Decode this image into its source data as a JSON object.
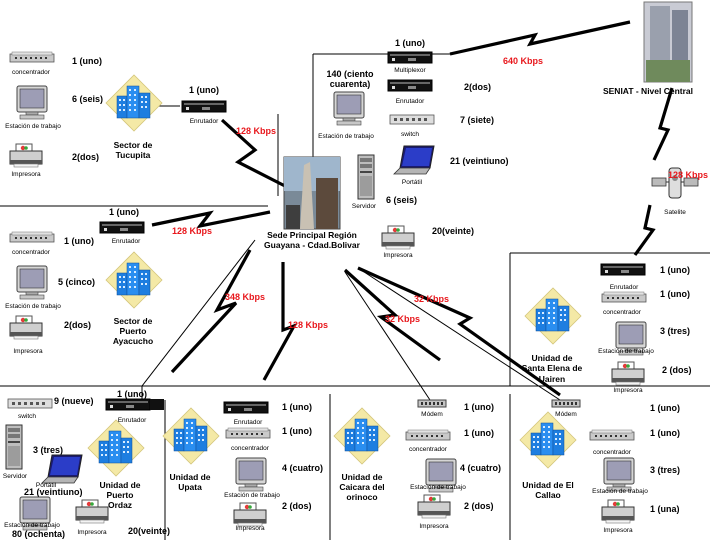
{
  "colors": {
    "link": "#000000",
    "speed": "#e8171c",
    "building": "#1e7ee0",
    "badge": "#f4e9a6"
  },
  "icons": {
    "hub": "hub-device-icon",
    "router": "router-icon",
    "workstation": "workstation-icon",
    "printer": "printer-icon",
    "building": "building-icon",
    "server": "server-icon",
    "laptop": "laptop-icon",
    "modem": "modem-icon",
    "satellite": "satellite-icon"
  },
  "center": {
    "line1": "Sede Principal Región",
    "line2": "Guayana - Cdad.Bolivar"
  },
  "hq": {
    "name": "SENIAT - Nivel Central",
    "link_speed": "640 Kbps",
    "multiplexor": {
      "qty": "1 (uno)",
      "caption": "Multiplexor"
    },
    "workstation": {
      "qty1": "140 (ciento",
      "qty2": "cuarenta)",
      "caption": "Estación de trabajo"
    },
    "router": {
      "qty": "2(dos)",
      "caption": "Enrutador"
    },
    "switch": {
      "qty": "7 (siete)",
      "caption": "switch"
    },
    "laptop": {
      "qty": "21 (veintiuno)",
      "caption": "Portátil"
    },
    "server": {
      "qty": "6 (seis)",
      "caption": "Servidor"
    },
    "printer": {
      "qty": "20(veinte)",
      "caption": "Impresora"
    }
  },
  "satellite": {
    "caption": "Satelite",
    "link_speed": "128 Kbps"
  },
  "tucupita": {
    "line1": "Sector de",
    "line2": "Tucupita",
    "hub": {
      "qty": "1 (uno)",
      "caption": "concentrador"
    },
    "workstation": {
      "qty": "6 (seis)",
      "caption": "Estación de trabajo"
    },
    "printer": {
      "qty": "2(dos)",
      "caption": "Impresora"
    },
    "router": {
      "qty": "1 (uno)",
      "caption": "Enrutador"
    },
    "link_speed": "128 Kbps"
  },
  "ayacucho": {
    "line1": "Sector de",
    "line2": "Puerto",
    "line3": "Ayacucho",
    "router": {
      "qty": "1 (uno)",
      "caption": "Enrutador"
    },
    "link_speed": "128 Kbps",
    "hub": {
      "qty": "1 (uno)",
      "caption": "concentrador"
    },
    "workstation": {
      "qty": "5  (cinco)",
      "caption": "Estación de trabajo"
    },
    "printer": {
      "qty": "2(dos)",
      "caption": "Impresora"
    }
  },
  "ordaz": {
    "line1": "Unidad de",
    "line2": "Puerto",
    "line3": "Ordaz",
    "link_speed": "348 Kbps",
    "switch": {
      "qty": "9 (nueve)",
      "caption": "switch"
    },
    "router": {
      "qty": "1 (uno)",
      "caption": "Enrutador"
    },
    "server": {
      "qty": "3 (tres)",
      "caption": "Servidor"
    },
    "laptop": {
      "qty": "21 (veintiuno)",
      "caption": "Portátil"
    },
    "workstation": {
      "qty": "80 (ochenta)",
      "caption": "Estación de trabajo"
    },
    "printer": {
      "qty": "20(veinte)",
      "caption": "Impresora"
    }
  },
  "upata": {
    "line1": "Unidad de",
    "line2": "Upata",
    "link_speed": "128 Kbps",
    "router": {
      "qty": "1 (uno)",
      "caption": "Enrutador"
    },
    "hub": {
      "qty": "1 (uno)",
      "caption": "concentrador"
    },
    "workstation": {
      "qty": "4  (cuatro)",
      "caption": "Estación de trabajo"
    },
    "printer": {
      "qty": "2 (dos)",
      "caption": "Impresora"
    }
  },
  "caicara": {
    "line1": "Unidad de",
    "line2": "Caicara del",
    "line3": "orinoco",
    "link_speed": "32 Kbps",
    "modem": {
      "qty": "1 (uno)",
      "caption": "Módem"
    },
    "hub": {
      "qty": "1 (uno)",
      "caption": "concentrador"
    },
    "workstation": {
      "qty": "4  (cuatro)",
      "caption": "Estación de trabajo"
    },
    "printer": {
      "qty": "2 (dos)",
      "caption": "Impresora"
    }
  },
  "callao": {
    "line1": "Unidad de El",
    "line2": "Callao",
    "link_speed": "32 Kbps",
    "modem": {
      "qty": "1 (uno)",
      "caption": "Módem"
    },
    "hub": {
      "qty": "1 (uno)",
      "caption": "concentrador"
    },
    "workstation": {
      "qty": "3  (tres)",
      "caption": "Estación de trabajo"
    },
    "printer": {
      "qty": "1 (una)",
      "caption": "Impresora"
    }
  },
  "santa_elena": {
    "line1": "Unidad de",
    "line2": "Santa Elena de",
    "line3": "Uairen",
    "router": {
      "qty": "1 (uno)",
      "caption": "Enrutador"
    },
    "hub": {
      "qty": "1 (uno)",
      "caption": "concentrador"
    },
    "workstation": {
      "qty": "3  (tres)",
      "caption": "Estación de trabajo"
    },
    "printer": {
      "qty": "2 (dos)",
      "caption": "Impresora"
    }
  }
}
